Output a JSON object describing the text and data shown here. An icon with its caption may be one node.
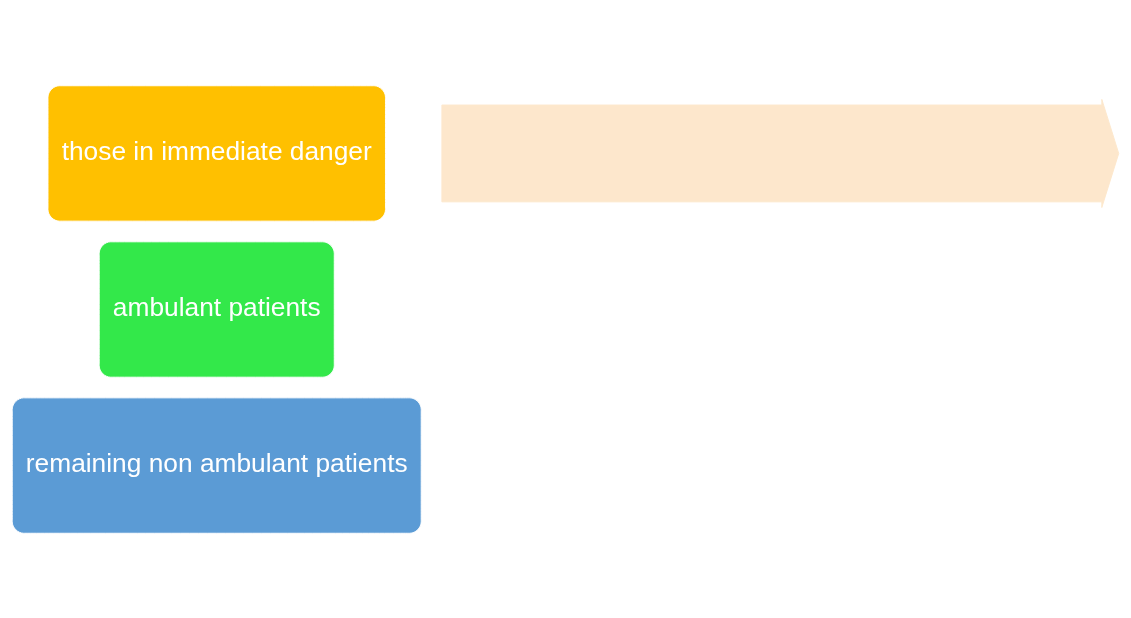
{
  "diagram": {
    "nodes": [
      {
        "text": [],
        "shape": "arrow"
      },
      {
        "text": [
          "those in immediate danger"
        ]
      },
      {
        "text": [
          "ambulant patients"
        ]
      },
      {
        "text": [
          "remaining non ambulant patients"
        ]
      }
    ],
    "edges": []
  }
}
